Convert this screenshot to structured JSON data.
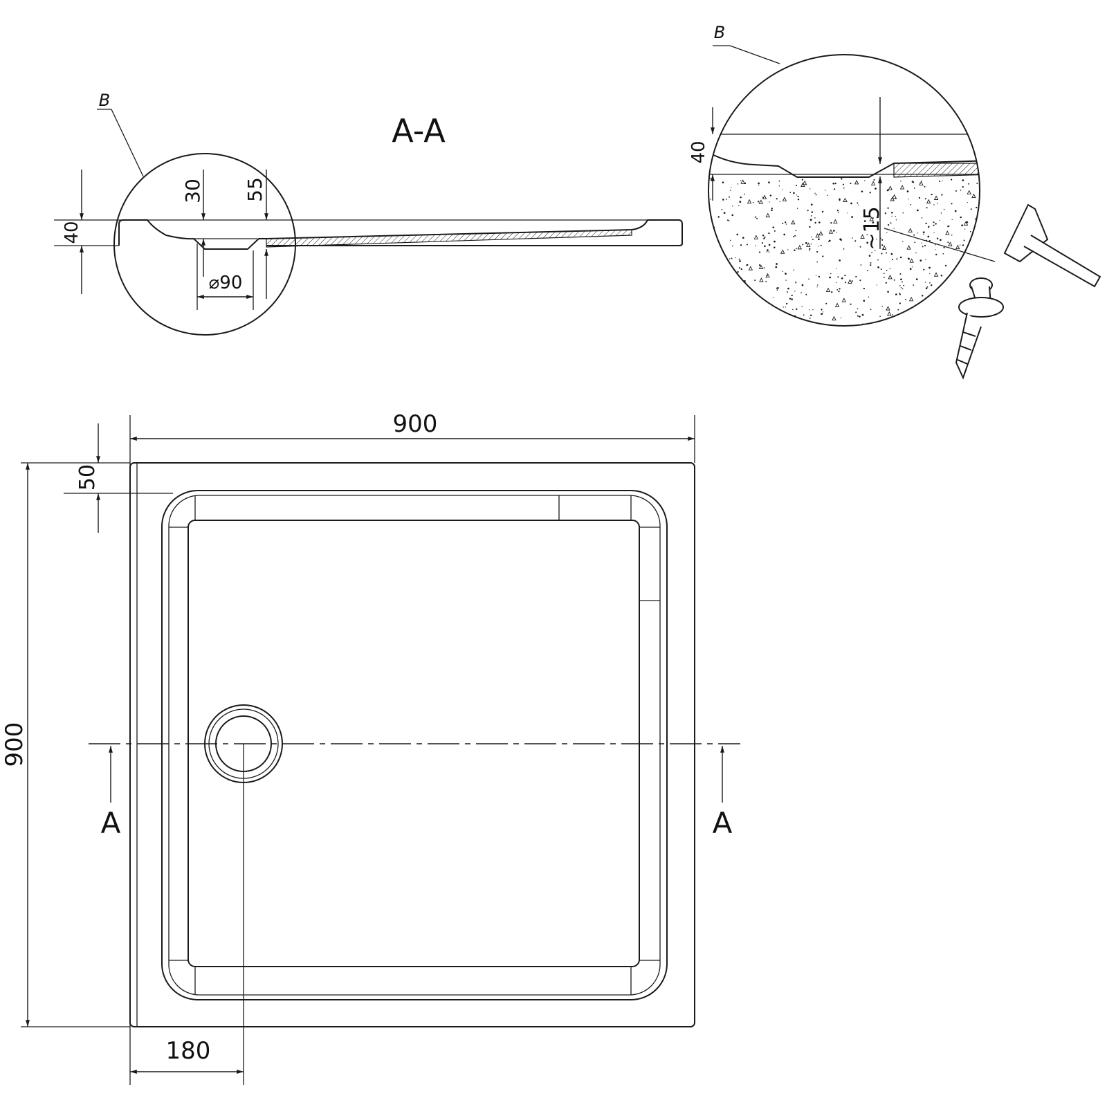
{
  "section_title": "A-A",
  "detail_callout_left": "B",
  "detail_callout_right": "B",
  "section_dims": {
    "height_40": "40",
    "depth_30": "30",
    "depth_55": "55",
    "diameter": "⌀90"
  },
  "detail_dims": {
    "height_40": "40",
    "approx_15": "~15"
  },
  "plan_dims": {
    "width": "900",
    "height": "900",
    "rim": "50",
    "drain_offset": "180"
  },
  "section_markers": {
    "left": "A",
    "right": "A"
  },
  "colors": {
    "line": "#1a1a1a",
    "background": "#ffffff"
  }
}
